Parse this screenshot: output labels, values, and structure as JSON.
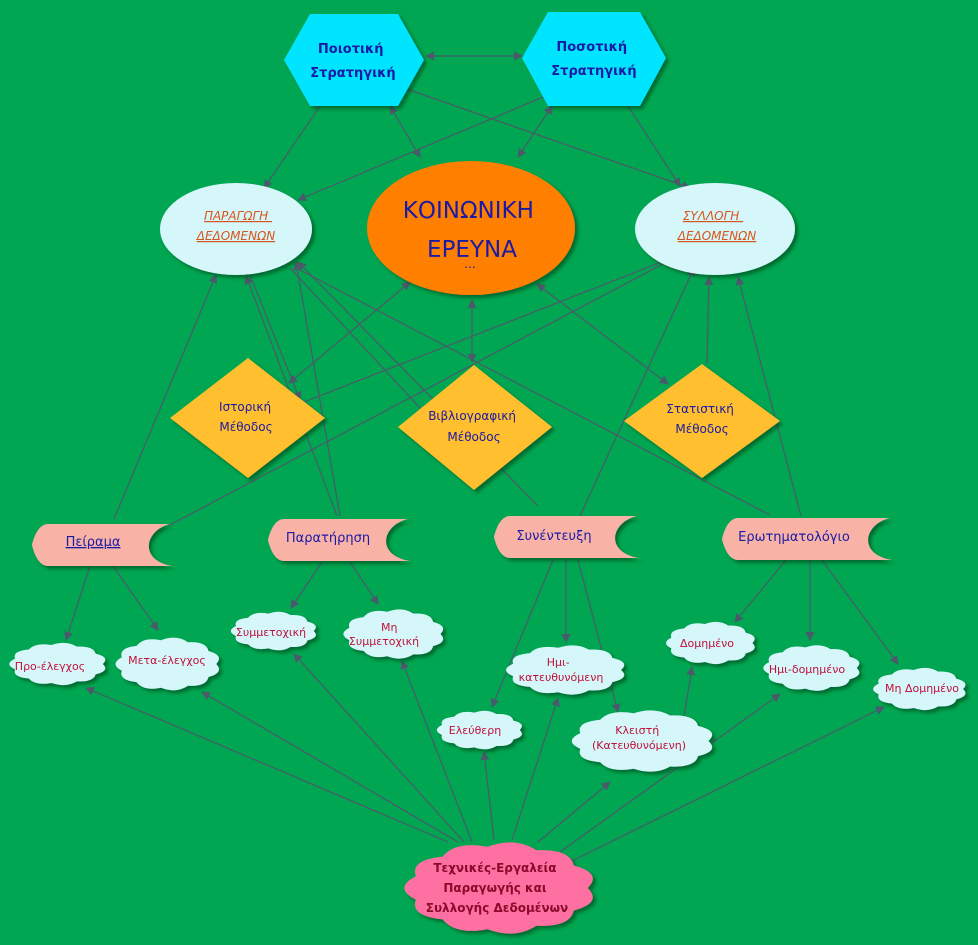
{
  "nodes": {
    "center": {
      "lines": [
        "ΚΟΙΝΩΝΙΚΗ",
        "ΕΡΕΥΝΑ",
        "..."
      ]
    },
    "qualitative": {
      "lines": [
        "Ποιοτική",
        "Στρατηγική"
      ]
    },
    "quantitative": {
      "lines": [
        "Ποσοτική",
        "Στρατηγική"
      ]
    },
    "data_production": {
      "lines": [
        "ΠΑΡΑΓΩΓΗ",
        "ΔΕΔΟΜΕΝΩΝ"
      ]
    },
    "data_collection": {
      "lines": [
        "ΣΥΛΛΟΓΗ",
        "ΔΕΔΟΜΕΝΩΝ"
      ]
    },
    "historical": {
      "lines": [
        "Ιστορική",
        "Μέθοδος"
      ]
    },
    "bibliographic": {
      "lines": [
        "Βιβλιογραφική",
        "Μέθοδος"
      ]
    },
    "statistical": {
      "lines": [
        "Στατιστική",
        "Μέθοδος"
      ]
    },
    "experiment": {
      "lines": [
        "Πείραμα"
      ]
    },
    "observation": {
      "lines": [
        "Παρατήρηση"
      ]
    },
    "interview": {
      "lines": [
        "Συνέντευξη"
      ]
    },
    "questionnaire": {
      "lines": [
        "Ερωτηματολόγιο"
      ]
    },
    "pretest": {
      "lines": [
        "Προ-έλεγχος"
      ]
    },
    "posttest": {
      "lines": [
        "Μετα-έλεγχος"
      ]
    },
    "participant": {
      "lines": [
        "Συμμετοχική"
      ]
    },
    "nonparticipant": {
      "lines": [
        "Μη",
        "Συμμετοχική"
      ]
    },
    "semi_directed": {
      "lines": [
        "Ημι-",
        "κατευθυνόμενη"
      ]
    },
    "free": {
      "lines": [
        "Ελεύθερη"
      ]
    },
    "closed": {
      "lines": [
        "Κλειστή",
        "(Κατευθυνόμενη)"
      ]
    },
    "structured": {
      "lines": [
        "Δομημένο"
      ]
    },
    "semi_structured": {
      "lines": [
        "Ημι-δομημένο"
      ]
    },
    "unstructured": {
      "lines": [
        "Μη Δομημένο"
      ]
    },
    "techniques": {
      "lines": [
        "Τεχνικές-Εργαλεία",
        "Παραγωγής και",
        "Συλλογής Δεδομένων"
      ]
    }
  },
  "colors": {
    "background": "#00a651",
    "hexagon": "#00e5ff",
    "ellipse": "#d6f7fa",
    "center": "#ff7f00",
    "diamond": "#ffbf2e",
    "scroll": "#f9b3a6",
    "cloud": "#d6f7fa",
    "cloud_bottom": "#ff6fa2",
    "blue_text": "#1a1aa6",
    "orange_text": "#d9541a",
    "red_text": "#c0103a",
    "arrow": "#4a5a6a"
  }
}
